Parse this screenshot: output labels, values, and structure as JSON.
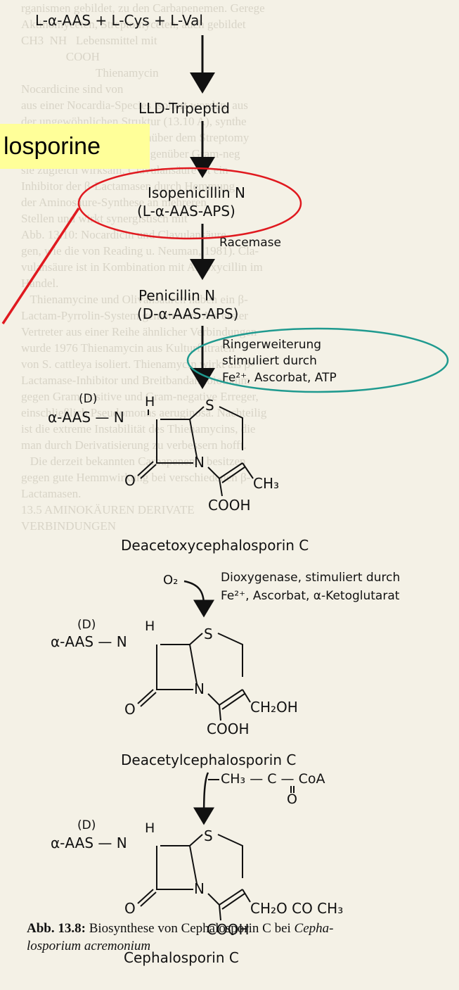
{
  "callout": {
    "label": "losporine"
  },
  "scheme": {
    "substrates": "L-α-AAS + L-Cys + L-Val",
    "tripeptide": "LLD-Tripeptid",
    "isopenicillin": {
      "name": "Isopenicillin N",
      "sub": "(L-α-AAS-APS)"
    },
    "racemase": "Racemase",
    "penicillin": {
      "name": "Penicillin N",
      "sub": "(D-α-AAS-APS)"
    },
    "ring_expansion": {
      "line1": "Ringerweiterung",
      "line2": "stimuliert durch",
      "line3": "Fe²⁺, Ascorbat, ATP"
    },
    "dao": {
      "d": "(D)",
      "aas": "α-AAS — N",
      "h": "H",
      "s": "S",
      "n": "N",
      "o": "O",
      "ch3": "CH₃",
      "cooh": "COOH",
      "name": "Deacetoxycephalosporin C"
    },
    "o2": "O₂",
    "dioxygenase": {
      "line1": "Dioxygenase, stimuliert durch",
      "line2": "Fe²⁺, Ascorbat, α-Ketoglutarat"
    },
    "dac": {
      "d": "(D)",
      "aas": "α-AAS — N",
      "h": "H",
      "s": "S",
      "n": "N",
      "o": "O",
      "ch2oh": "CH₂OH",
      "cooh": "COOH",
      "name": "Deacetylcephalosporin C"
    },
    "acetyl": {
      "text": "CH₃ — C — CoA",
      "o": "O"
    },
    "cpc": {
      "d": "(D)",
      "aas": "α-AAS — N",
      "h": "H",
      "s": "S",
      "n": "N",
      "o": "O",
      "ester": "CH₂O CO CH₃",
      "cooh": "COOH",
      "name": "Cephalosporin C"
    }
  },
  "caption": {
    "label": "Abb. 13.8:",
    "text": " Biosynthese von Cephalosporin C bei ",
    "organism_1": "Cepha-",
    "organism_2": "losporium acremonium"
  },
  "background_text": [
    "rganismen gebildet, zu den Carbapenemen. Gerege",
    "Aktinomyceten, Streptomyceten, auch gebildet",
    "CH3  NH   Lebensmittel mit",
    "               COOH",
    "",
    "                         Thienamycin",
    "",
    "Nocardicine sind von",
    "aus einer Nocardia-Species isoliert worden, aus",
    "der ungewöhnlichen Struktur (13.10 A), synthe",
    "tisch zugänglich und gegenüber dem Streptomy",
    "ces erstaunlich wirksam gegenüber Gram-neg",
    "sie zugleich wirksam. Clavulansäure ist ein",
    "Inhibitor der β-Lactamasen durch Hemmung",
    "der Aminosäure-Synthese an mehreren",
    "Stellen und wirkt synergistisch mit",
    "",
    "",
    "",
    "",
    "",
    "",
    "",
    "",
    "",
    "",
    "Abb. 13.10: Nocardicin und Clavulansäure",
    "",
    "",
    "gen, wie die von Reading u. Neuman, 1981). Cla-",
    "vulansäure ist in Kombination mit Amoxycillin im",
    "Handel.",
    "   Thienamycine und Olivansäuren haben ein β-",
    "Lactam-Pyrrolin-System gemeinsam. Als erster",
    "Vertreter aus einer Reihe ähnlicher Verbindungen",
    "wurde 1976 Thienamycin aus Kulturfiltraten",
    "von S. cattleya isoliert. Thienamycin wirkt als β-",
    "Lactamase-Inhibitor und Breitbandantibiotikum",
    "gegen Gram-positive und Gram-negative Erreger,",
    "einschließlich Pseudomonas aeruginosa. Nachteilig",
    "ist die extreme Instabilität des Thienamycins, die",
    "man durch Derivatisierung zu verbessern hofft.",
    "   Die derzeit bekannten Carbapeneme besitzen",
    "gegen gute Hemmwirkung bei verschiedenen β-",
    "Lactamasen.",
    "",
    "",
    "",
    "13.5 AMINOKÄUREN DERIVATE",
    "VERBINDUNGEN"
  ]
}
